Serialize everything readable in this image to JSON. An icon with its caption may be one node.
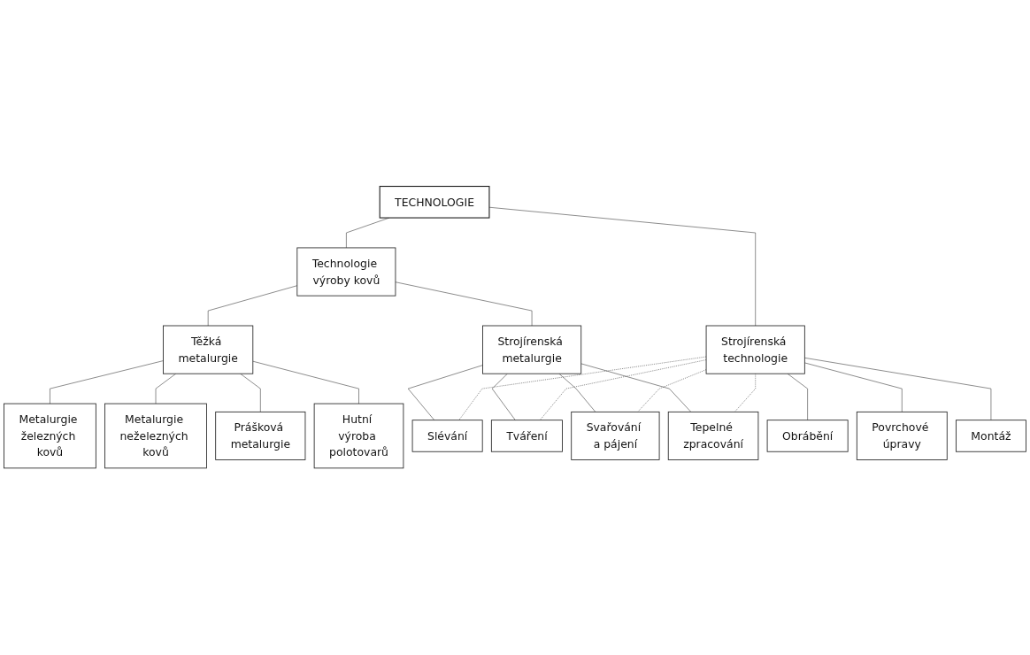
{
  "diagram": {
    "nodes": [
      {
        "text": [
          "TECHNOLOGIE"
        ]
      },
      {
        "text": [
          "Technologie výroby kovů"
        ]
      },
      {
        "text": [
          "Strojírenská technologie"
        ]
      },
      {
        "text": [
          "Těžká metalurgie"
        ]
      },
      {
        "text": [
          "Strojírenská metalurgie"
        ]
      },
      {
        "text": [
          "Metalurgie železných kovů"
        ]
      },
      {
        "text": [
          "Metalurgie neželezných kovů"
        ]
      },
      {
        "text": [
          "Prášková metalurgie"
        ]
      },
      {
        "text": [
          "Hutní výroba polotovarů"
        ]
      },
      {
        "text": [
          "Slévání"
        ]
      },
      {
        "text": [
          "Tváření"
        ]
      },
      {
        "text": [
          "Svařování a pájení"
        ]
      },
      {
        "text": [
          "Tepelné zpracování"
        ]
      },
      {
        "text": [
          "Obrábění"
        ]
      },
      {
        "text": [
          "Povrchové úpravy"
        ]
      },
      {
        "text": [
          "Montáž"
        ]
      }
    ],
    "edges": [
      {
        "from": 0,
        "to": 1,
        "arrow": "none"
      },
      {
        "from": 0,
        "to": 2,
        "arrow": "none"
      },
      {
        "from": 1,
        "to": 3,
        "arrow": "none"
      },
      {
        "from": 1,
        "to": 4,
        "arrow": "none"
      },
      {
        "from": 3,
        "to": 5,
        "arrow": "none"
      },
      {
        "from": 3,
        "to": 6,
        "arrow": "none"
      },
      {
        "from": 3,
        "to": 7,
        "arrow": "none"
      },
      {
        "from": 3,
        "to": 8,
        "arrow": "none"
      },
      {
        "from": 4,
        "to": 9,
        "arrow": "none"
      },
      {
        "from": 4,
        "to": 10,
        "arrow": "none"
      },
      {
        "from": 4,
        "to": 11,
        "arrow": "none"
      },
      {
        "from": 4,
        "to": 12,
        "arrow": "none"
      },
      {
        "from": 2,
        "to": 9,
        "arrow": "none",
        "style": "dashed"
      },
      {
        "from": 2,
        "to": 10,
        "arrow": "none",
        "style": "dashed"
      },
      {
        "from": 2,
        "to": 11,
        "arrow": "none",
        "style": "dashed"
      },
      {
        "from": 2,
        "to": 12,
        "arrow": "none",
        "style": "dashed"
      },
      {
        "from": 2,
        "to": 13,
        "arrow": "none"
      },
      {
        "from": 2,
        "to": 14,
        "arrow": "none"
      },
      {
        "from": 2,
        "to": 15,
        "arrow": "none"
      }
    ]
  }
}
